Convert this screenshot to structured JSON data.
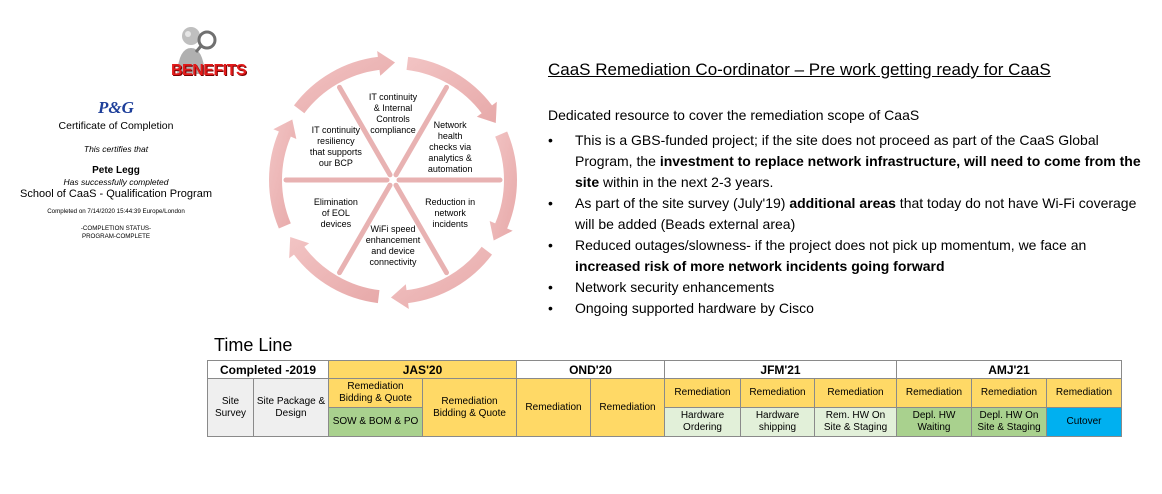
{
  "benefits_logo": {
    "text": "BENEFITS"
  },
  "certificate": {
    "brand": "P&G",
    "heading": "Certificate of Completion",
    "certifies": "This certifies that",
    "name": "Pete  Legg",
    "completed": "Has successfully completed",
    "program": "School of CaaS - Qualification Program",
    "date_line": "Completed on 7/14/2020 15:44:39 Europe/London",
    "status_line1": "-COMPLETION STATUS-",
    "status_line2": "PROGRAM-COMPLETE"
  },
  "cycle": {
    "segments": [
      {
        "lines": [
          "Network",
          "health",
          "checks via",
          "analytics &",
          "automation"
        ]
      },
      {
        "lines": [
          "Reduction in",
          "network",
          "incidents"
        ]
      },
      {
        "lines": [
          "WiFi speed",
          "enhancement",
          "and device",
          "connectivity"
        ]
      },
      {
        "lines": [
          "Elimination",
          "of EOL",
          "devices"
        ]
      },
      {
        "lines": [
          "IT continuity",
          "resiliency",
          "that supports",
          "our BCP"
        ]
      },
      {
        "lines": [
          "IT continuity",
          "& Internal",
          "Controls",
          "compliance"
        ]
      }
    ]
  },
  "main": {
    "title": "CaaS Remediation Co-ordinator – Pre work getting ready for CaaS",
    "intro": "Dedicated resource to cover the remediation scope of CaaS",
    "bullets": [
      {
        "p1": "This is a GBS-funded project; if the site does not proceed as part of the CaaS Global Program, the ",
        "b1": "investment to replace network infrastructure, will need to come from the site",
        "p2": " within in the next 2-3 years."
      },
      {
        "p1": "As part of the site survey (July'19) ",
        "b1": "additional areas",
        "p2": " that today do not have Wi-Fi coverage will be added (Beads external area)"
      },
      {
        "p1": "Reduced outages/slowness- if the project does not pick up momentum, we face an ",
        "b1": "increased risk of more network incidents going forward",
        "p2": ""
      },
      {
        "p1": "Network security enhancements",
        "b1": "",
        "p2": ""
      },
      {
        "p1": "Ongoing supported hardware by Cisco",
        "b1": "",
        "p2": ""
      }
    ]
  },
  "timeline": {
    "title": "Time Line",
    "headers": [
      "Completed -2019",
      "JAS'20",
      "OND'20",
      "JFM'21",
      "AMJ'21"
    ],
    "row2": {
      "site_survey": "Site Survey",
      "site_package": "Site Package & Design",
      "jas_a": "Remediation Bidding & Quote",
      "jas_b": "Remediation Bidding & Quote",
      "ond_a": "Remediation",
      "ond_b": "Remediation",
      "jfm_a": "Remediation",
      "jfm_b": "Remediation",
      "jfm_c": "Remediation",
      "amj_a": "Remediation",
      "amj_b": "Remediation",
      "amj_c": "Remediation"
    },
    "row3": {
      "jas_a": "SOW & BOM & PO",
      "jfm_a": "Hardware Ordering",
      "jfm_b": "Hardware shipping",
      "jfm_c": "Rem. HW On Site & Staging",
      "amj_a": "Depl. HW Waiting",
      "amj_b": "Depl. HW On Site & Staging",
      "amj_c": "Cutover"
    }
  }
}
